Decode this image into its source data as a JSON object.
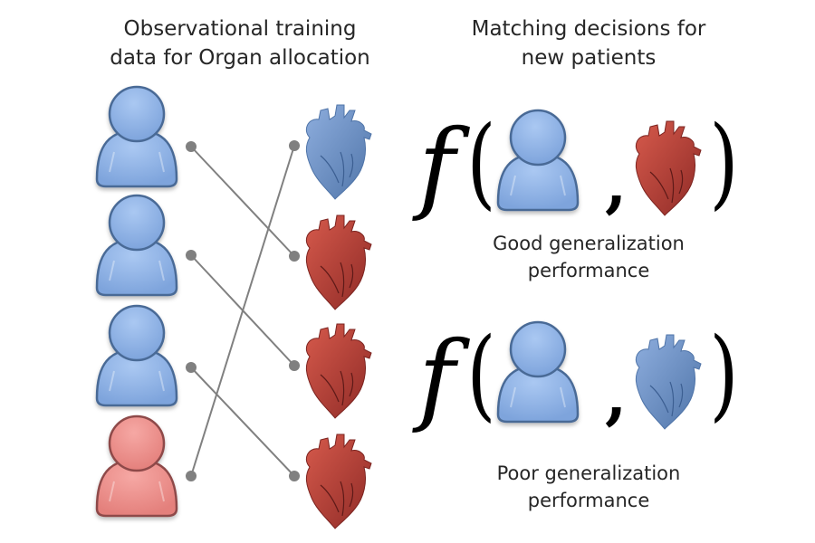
{
  "left_panel": {
    "title_line1": "Observational training",
    "title_line2": "data for Organ allocation",
    "patients": [
      {
        "id": "patient-1",
        "color": "blue"
      },
      {
        "id": "patient-2",
        "color": "blue"
      },
      {
        "id": "patient-3",
        "color": "blue"
      },
      {
        "id": "patient-4",
        "color": "red"
      }
    ],
    "organs": [
      {
        "id": "organ-1",
        "color": "blue"
      },
      {
        "id": "organ-2",
        "color": "red"
      },
      {
        "id": "organ-3",
        "color": "red"
      },
      {
        "id": "organ-4",
        "color": "red"
      }
    ],
    "matches": [
      {
        "patient": 1,
        "organ": 2
      },
      {
        "patient": 2,
        "organ": 3
      },
      {
        "patient": 3,
        "organ": 4
      },
      {
        "patient": 4,
        "organ": 1
      }
    ]
  },
  "right_panel": {
    "title_line1": "Matching decisions for",
    "title_line2": "new patients",
    "function_symbol": "f",
    "open_paren": "(",
    "close_paren": ")",
    "separator": ",",
    "examples": [
      {
        "patient_color": "blue",
        "organ_color": "red",
        "caption_line1": "Good generalization",
        "caption_line2": "performance"
      },
      {
        "patient_color": "blue",
        "organ_color": "blue",
        "caption_line1": "Poor generalization",
        "caption_line2": "performance"
      }
    ]
  },
  "colors": {
    "blue_fill": "#8fb4e8",
    "blue_stroke": "#4a6a96",
    "red_fill": "#ee8e8a",
    "red_stroke": "#8e4a48",
    "heart_red": "#b83a34",
    "heart_red_light": "#e0786a",
    "heart_blue": "#5f86bc",
    "heart_blue_light": "#9ab8de",
    "connector": "#808080",
    "text": "#262626"
  }
}
